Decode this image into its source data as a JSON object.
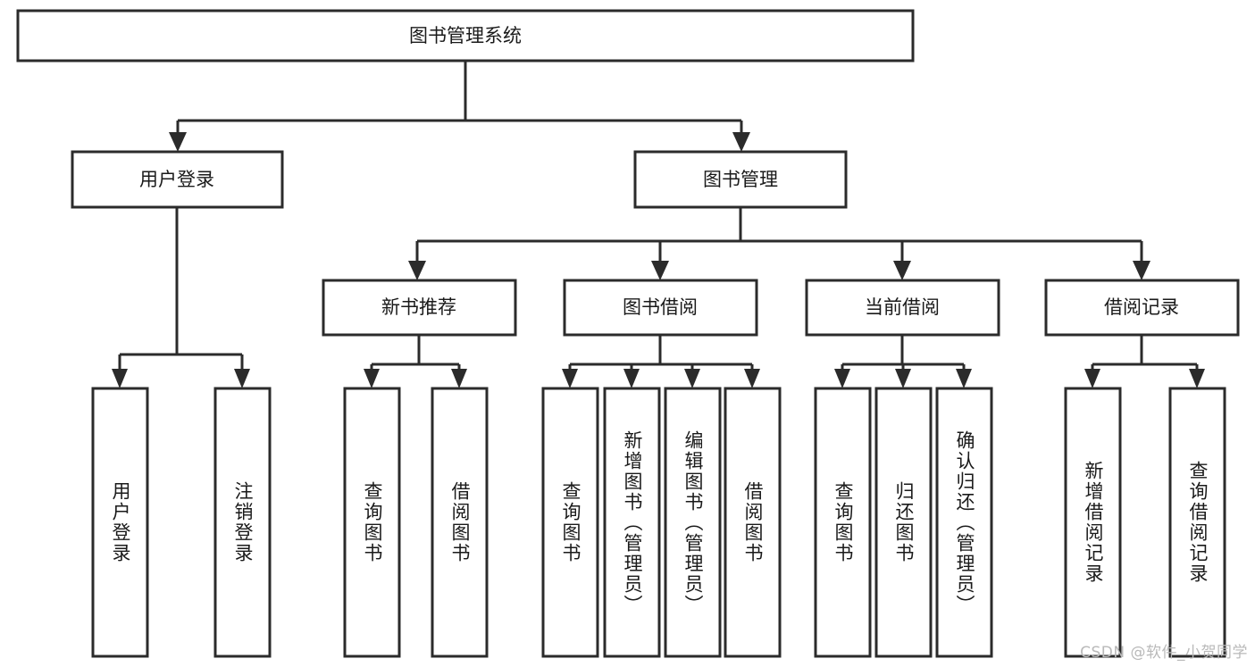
{
  "diagram": {
    "title": "图书管理系统",
    "type": "tree",
    "orientation": "top-down",
    "colors": {
      "box_fill": "#ffffff",
      "box_stroke": "#2b2b2b",
      "connector": "#2b2b2b",
      "text": "#1a1a1a",
      "watermark": "#b9b9b9",
      "background": "#ffffff"
    },
    "root": {
      "label": "图书管理系统"
    },
    "level2": [
      {
        "label": "用户登录"
      },
      {
        "label": "图书管理"
      }
    ],
    "level3": [
      {
        "label": "新书推荐"
      },
      {
        "label": "图书借阅"
      },
      {
        "label": "当前借阅"
      },
      {
        "label": "借阅记录"
      }
    ],
    "leaves": {
      "user_login": [
        {
          "label": "用户登录"
        },
        {
          "label": "注销登录"
        }
      ],
      "new_book_recommend": [
        {
          "label": "查询图书"
        },
        {
          "label": "借阅图书"
        }
      ],
      "book_borrow": [
        {
          "label": "查询图书"
        },
        {
          "label": "新增图书（管理员）"
        },
        {
          "label": "编辑图书（管理员）"
        },
        {
          "label": "借阅图书"
        }
      ],
      "current_borrow": [
        {
          "label": "查询图书"
        },
        {
          "label": "归还图书"
        },
        {
          "label": "确认归还（管理员）"
        }
      ],
      "borrow_records": [
        {
          "label": "新增借阅记录"
        },
        {
          "label": "查询借阅记录"
        }
      ]
    }
  },
  "watermark": {
    "text": "CSDN @软件_小贺同学"
  }
}
